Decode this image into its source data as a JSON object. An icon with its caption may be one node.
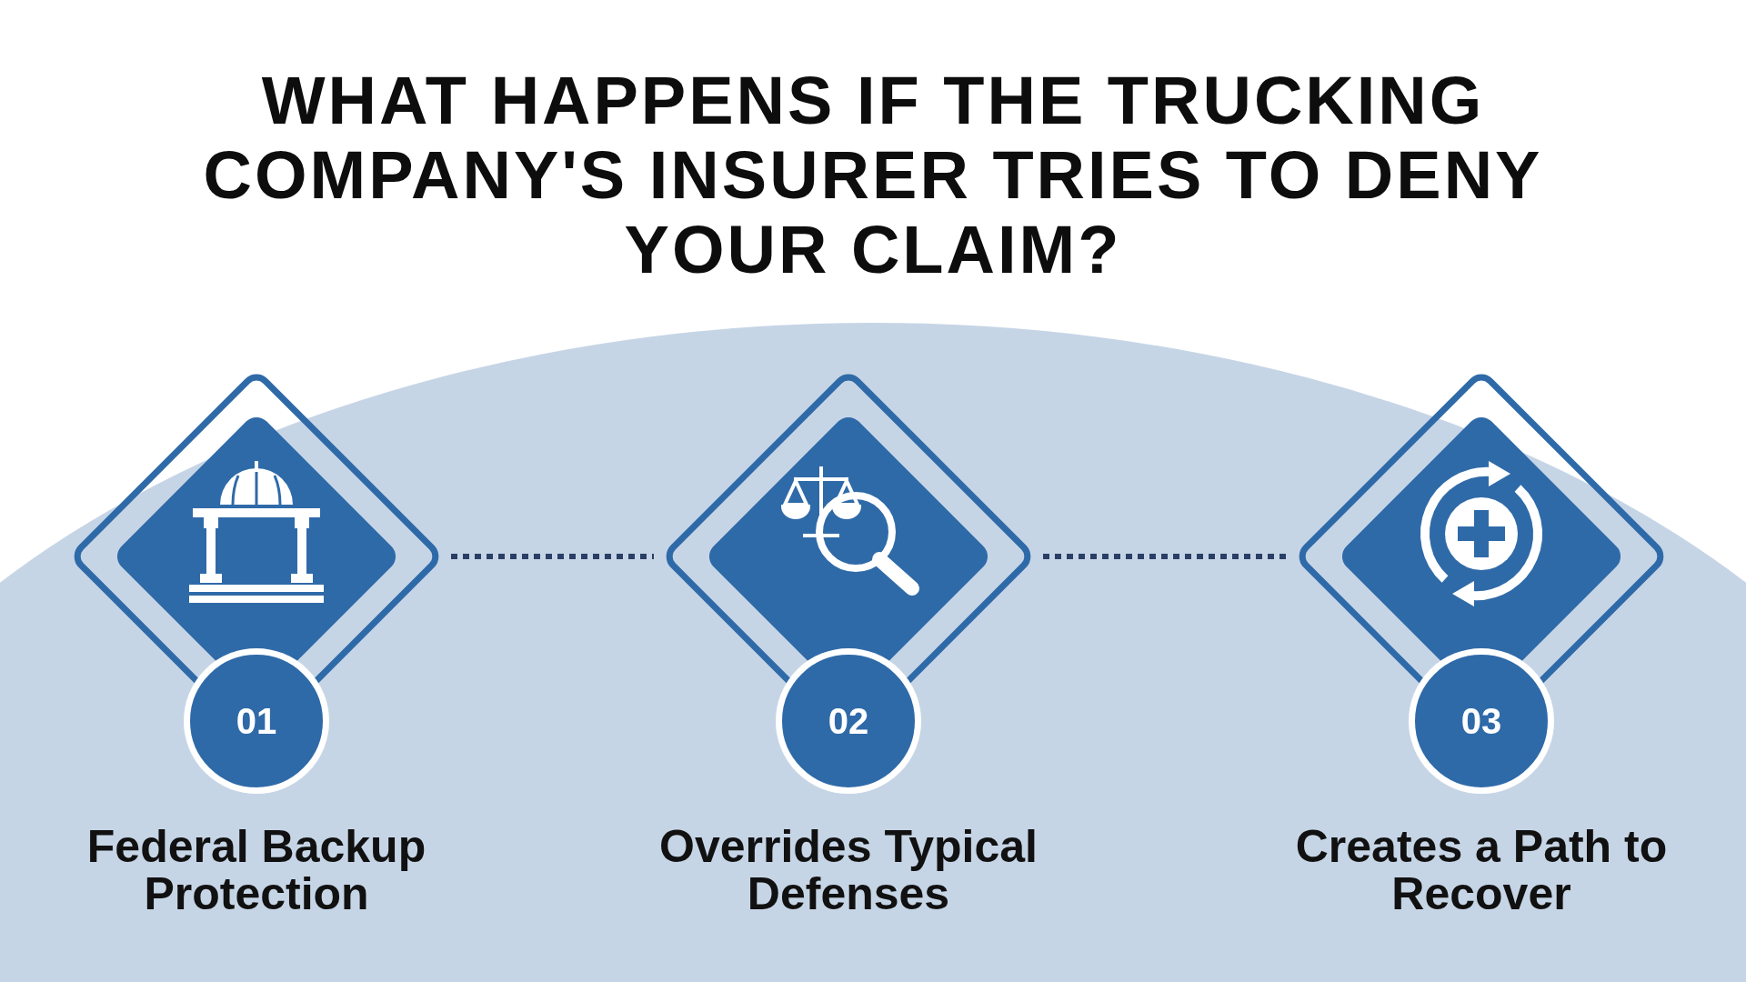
{
  "diagram": {
    "title": "WHAT HAPPENS IF THE TRUCKING COMPANY'S INSURER TRIES TO DENY YOUR CLAIM?",
    "nodes": [
      {
        "text": [
          "01",
          "Federal Backup Protection"
        ]
      },
      {
        "text": [
          "02",
          "Overrides Typical Defenses"
        ]
      },
      {
        "text": [
          "03",
          "Creates a Path to Recover"
        ]
      }
    ],
    "edges": [
      {
        "from": 0,
        "to": 1,
        "arrow": "none",
        "style": "dashed"
      },
      {
        "from": 1,
        "to": 2,
        "arrow": "none",
        "style": "dashed"
      }
    ]
  }
}
